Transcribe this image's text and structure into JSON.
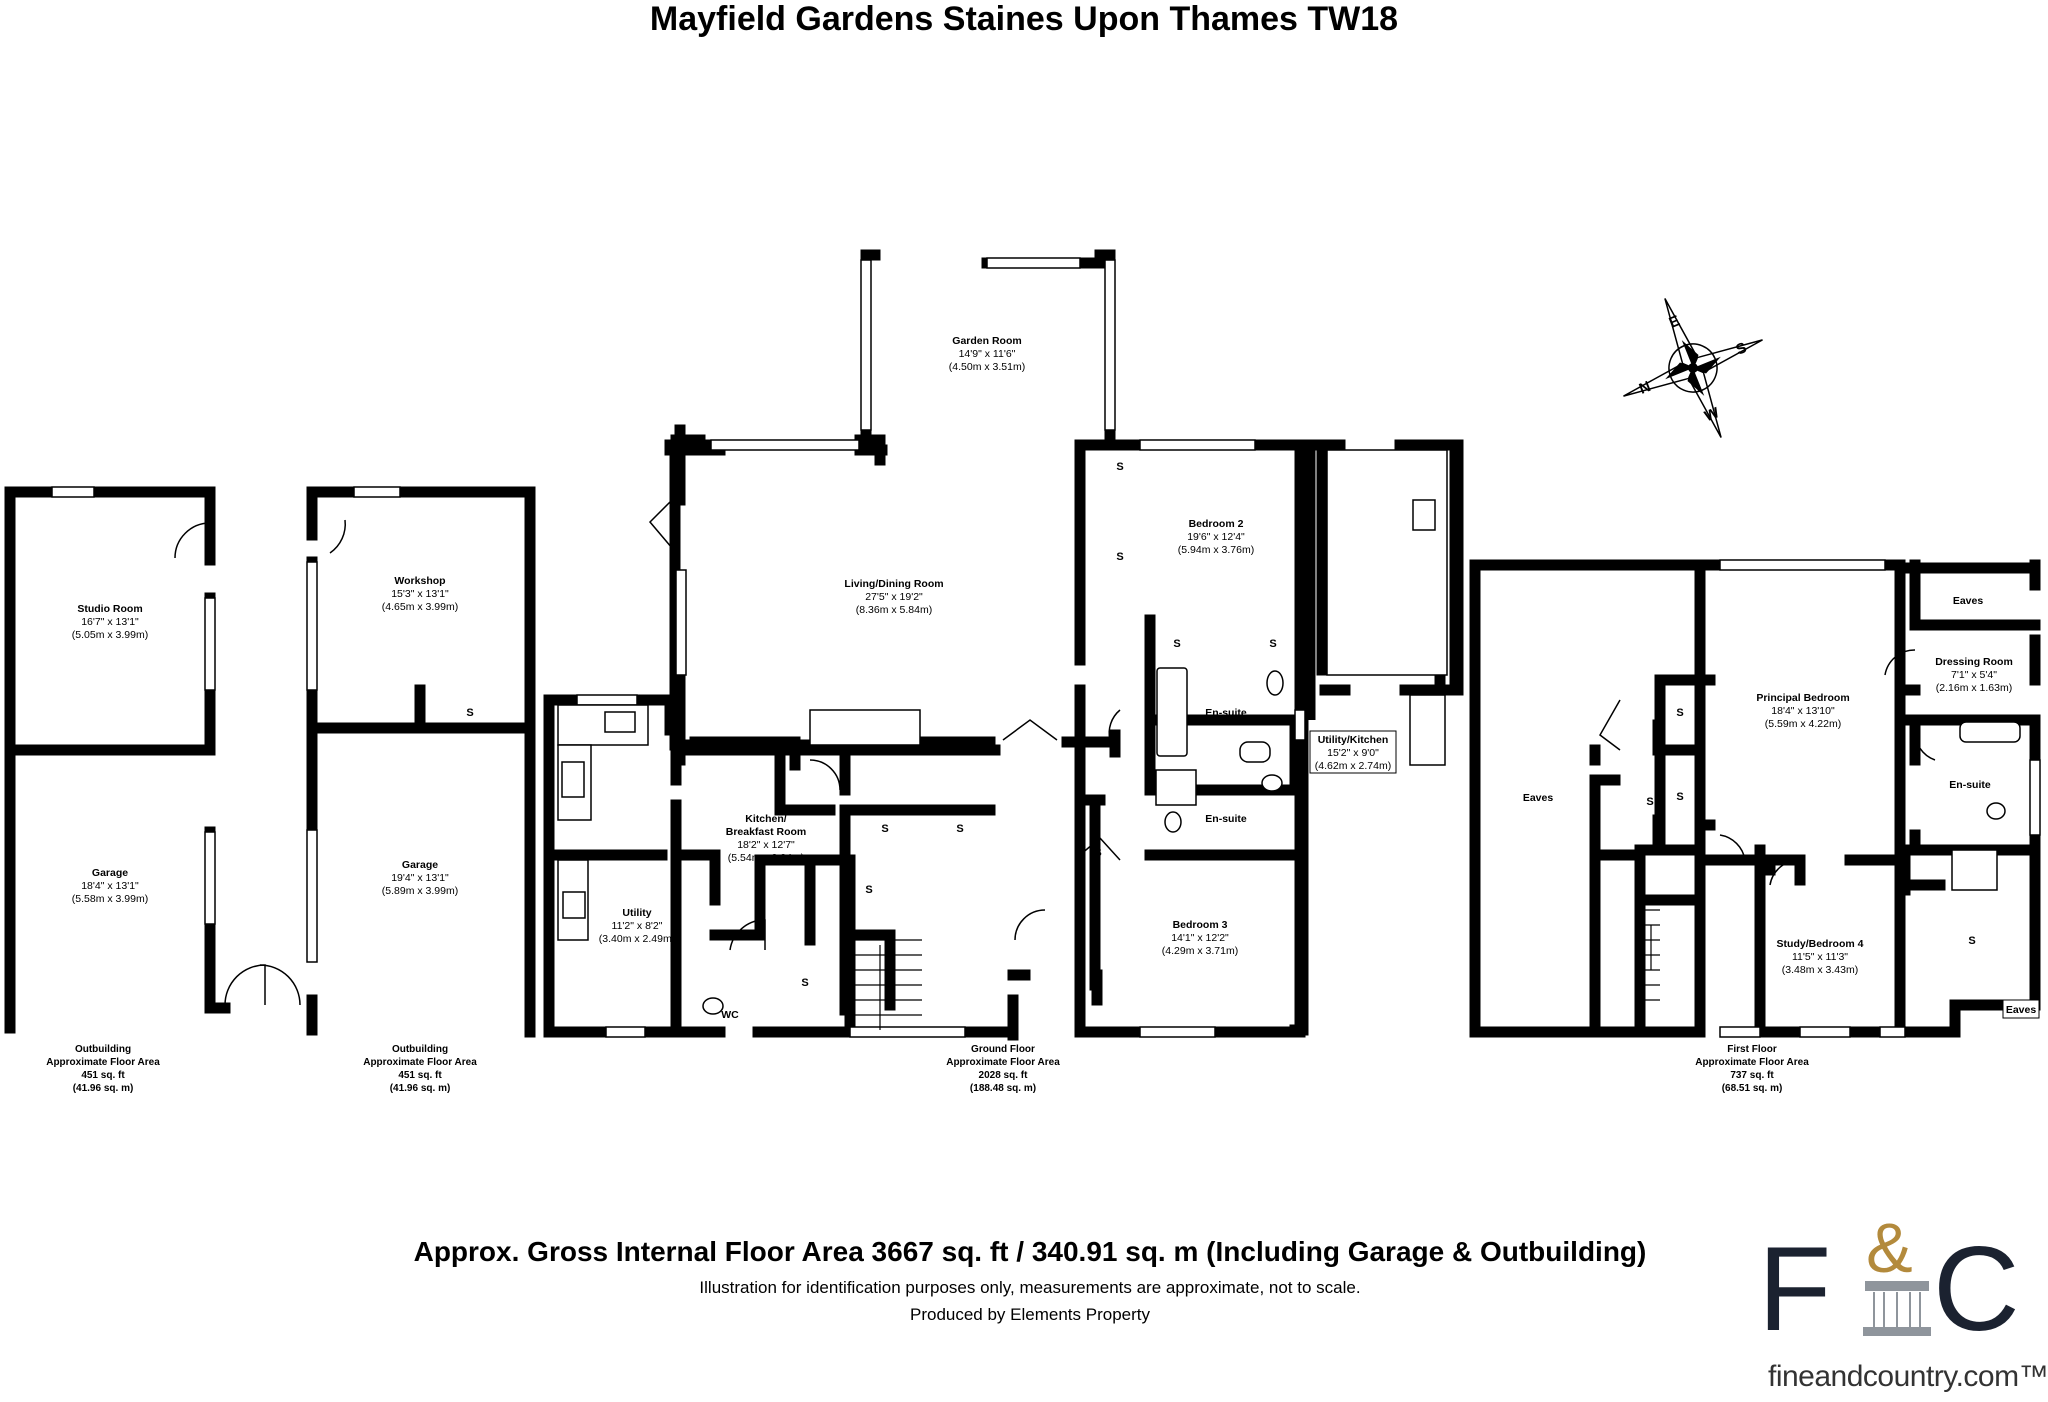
{
  "title": "Mayfield Gardens Staines Upon Thames TW18",
  "rooms": {
    "studio": {
      "name": "Studio Room",
      "imperial": "16'7\" x 13'1\"",
      "metric": "(5.05m x 3.99m)"
    },
    "garage_a": {
      "name": "Garage",
      "imperial": "18'4\" x 13'1\"",
      "metric": "(5.58m x 3.99m)"
    },
    "workshop": {
      "name": "Workshop",
      "imperial": "15'3\" x 13'1\"",
      "metric": "(4.65m x 3.99m)"
    },
    "garage_b": {
      "name": "Garage",
      "imperial": "19'4\" x 13'1\"",
      "metric": "(5.89m x 3.99m)"
    },
    "garden_room": {
      "name": "Garden Room",
      "imperial": "14'9\" x 11'6\"",
      "metric": "(4.50m x 3.51m)"
    },
    "living": {
      "name": "Living/Dining Room",
      "imperial": "27'5\" x 19'2\"",
      "metric": "(8.36m x 5.84m)"
    },
    "kitchen": {
      "name1": "Kitchen/",
      "name2": "Breakfast Room",
      "imperial": "18'2\" x 12'7\"",
      "metric": "(5.54m x 3.84m)"
    },
    "utility": {
      "name": "Utility",
      "imperial": "11'2\" x 8'2\"",
      "metric": "(3.40m x 2.49m)"
    },
    "bedroom2": {
      "name": "Bedroom 2",
      "imperial": "19'6\" x 12'4\"",
      "metric": "(5.94m x 3.76m)"
    },
    "bedroom3": {
      "name": "Bedroom 3",
      "imperial": "14'1\" x 12'2\"",
      "metric": "(4.29m x 3.71m)"
    },
    "utility_kitchen": {
      "name": "Utility/Kitchen",
      "imperial": "15'2\" x 9'0\"",
      "metric": "(4.62m x 2.74m)"
    },
    "principal": {
      "name": "Principal Bedroom",
      "imperial": "18'4\" x 13'10\"",
      "metric": "(5.59m x 4.22m)"
    },
    "dressing": {
      "name": "Dressing Room",
      "imperial": "7'1\" x 5'4\"",
      "metric": "(2.16m x 1.63m)"
    },
    "study": {
      "name": "Study/Bedroom 4",
      "imperial": "11'5\" x 11'3\"",
      "metric": "(3.48m x 3.43m)"
    }
  },
  "labels": {
    "ensuite": "En-suite",
    "eaves": "Eaves",
    "storage": "S",
    "wc": "WC"
  },
  "areas": {
    "outbuilding_a": {
      "line1": "Outbuilding",
      "line2": "Approximate Floor Area",
      "line3": "451 sq. ft",
      "line4": "(41.96 sq. m)"
    },
    "outbuilding_b": {
      "line1": "Outbuilding",
      "line2": "Approximate Floor Area",
      "line3": "451 sq. ft",
      "line4": "(41.96 sq. m)"
    },
    "ground": {
      "line1": "Ground Floor",
      "line2": "Approximate Floor Area",
      "line3": "2028 sq. ft",
      "line4": "(188.48 sq. m)"
    },
    "first": {
      "line1": "First Floor",
      "line2": "Approximate Floor Area",
      "line3": "737 sq. ft",
      "line4": "(68.51 sq. m)"
    }
  },
  "compass": {
    "n": "N",
    "e": "E",
    "s": "S",
    "w": "W"
  },
  "footer": {
    "gross": "Approx. Gross Internal Floor Area 3667 sq. ft / 340.91 sq. m (Including Garage & Outbuilding)",
    "disclaimer": "Illustration for identification purposes only, measurements are approximate, not to scale.",
    "produced": "Produced by Elements Property"
  },
  "brand": {
    "mark_left": "F",
    "mark_amp": "&",
    "mark_right": "C",
    "url": "fineandcountry.com™",
    "gold": "#b38a3c",
    "navy": "#1b2230"
  }
}
